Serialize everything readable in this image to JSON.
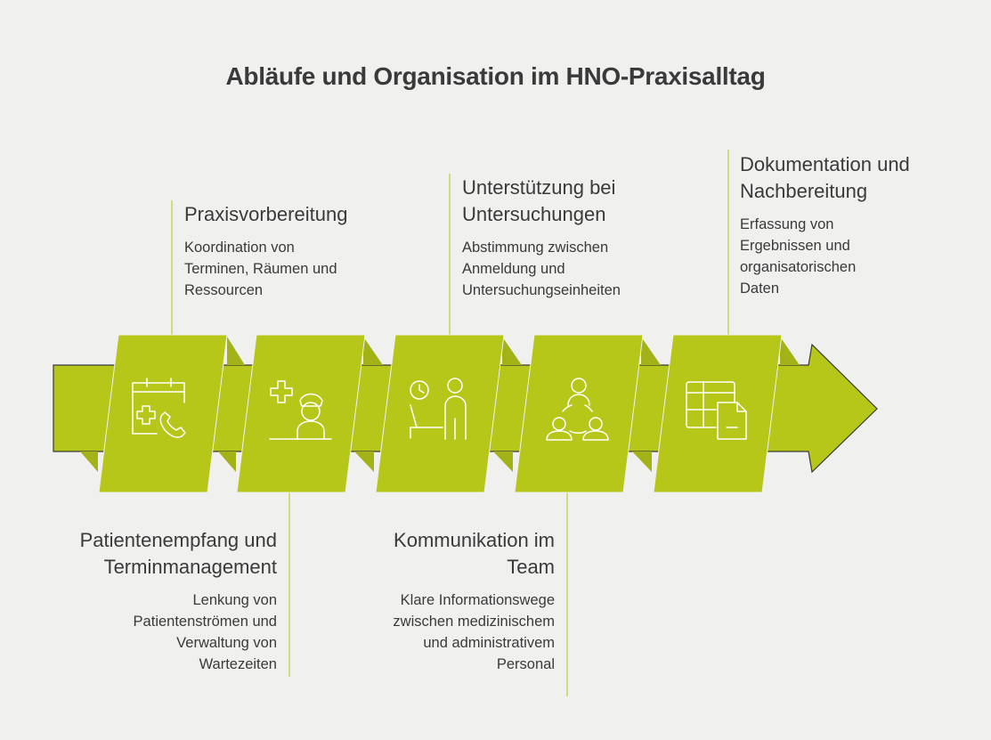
{
  "title": "Abläufe und Organisation im HNO-Praxisalltag",
  "colors": {
    "accent": "#b6c71a",
    "accent_dark": "#a3b317",
    "line": "#c9d35a",
    "text": "#3a3a3a",
    "background": "#f0f0ef"
  },
  "steps": [
    {
      "heading": "Praxisvorbereitung",
      "description": "Koordination von Terminen, Räumen und Ressourcen",
      "position": "top",
      "icon": "calendar-medical-phone-icon"
    },
    {
      "heading": "Patientenempfang und Terminmanagement",
      "description": "Lenkung von Patientenströmen und Verwaltung von Wartezeiten",
      "position": "bottom",
      "icon": "nurse-icon"
    },
    {
      "heading": "Unterstützung bei Untersuchungen",
      "description": "Abstimmung zwischen Anmeldung und Untersuchungseinheiten",
      "position": "top",
      "icon": "waiting-clock-person-icon"
    },
    {
      "heading": "Kommunikation im Team",
      "description": "Klare Informationswege zwischen medizinischem und administrativem Personal",
      "position": "bottom",
      "icon": "team-network-icon"
    },
    {
      "heading": "Dokumentation und Nachbereitung",
      "description": "Erfassung von Ergebnissen und organisatorischen Daten",
      "position": "top",
      "icon": "spreadsheet-document-icon"
    }
  ]
}
